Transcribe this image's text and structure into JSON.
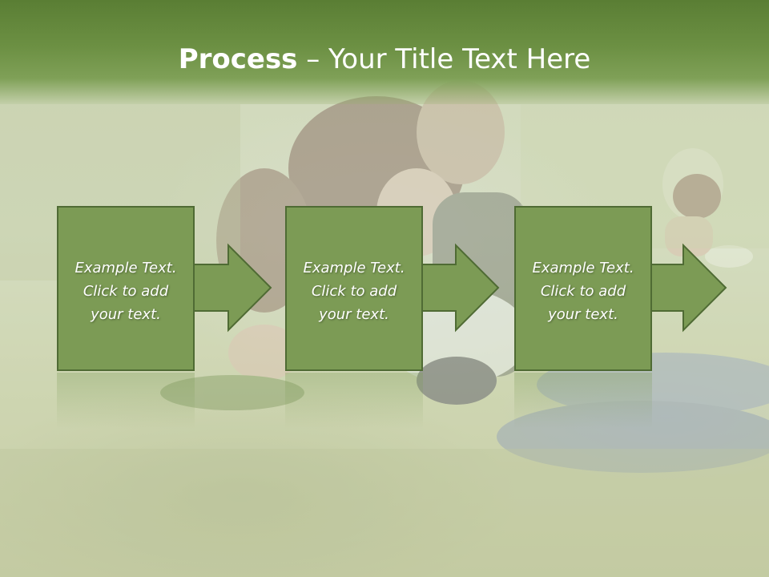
{
  "slide": {
    "title_bold": "Process",
    "title_rest": " – Your Title Text Here",
    "steps": [
      {
        "text": "Example Text.\nClick  to add\nyour text."
      },
      {
        "text": "Example Text.\nClick  to add\nyour text."
      },
      {
        "text": "Example Text.\nClick  to add\nyour text."
      }
    ]
  },
  "colors": {
    "header": "#6c9043",
    "box_fill": "#7c9b55",
    "box_border": "#4f6b34",
    "text": "#ffffff"
  }
}
